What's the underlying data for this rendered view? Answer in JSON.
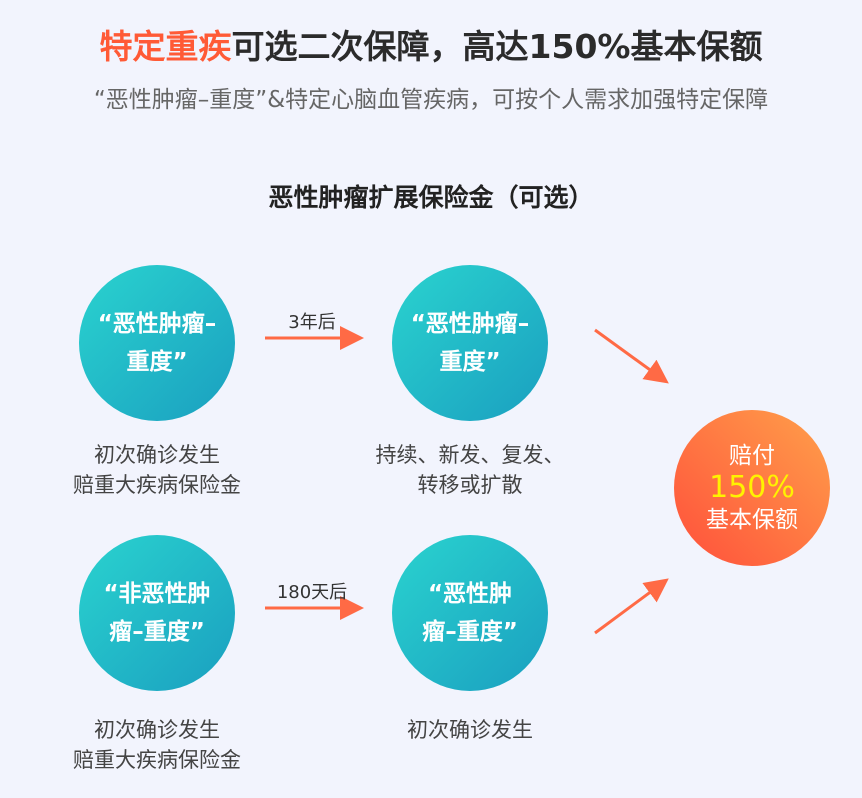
{
  "header": {
    "title_highlight": "特定重疾",
    "title_rest": "可选二次保障，高达150%基本保额",
    "subtitle": "“恶性肿瘤–重度”&特定心脑血管疾病，可按个人需求加强特定保障"
  },
  "section_title": "恶性肿瘤扩展保险金（可选）",
  "flow": {
    "row1": {
      "circle_a": [
        "“恶性肿瘤–",
        "重度”"
      ],
      "caption_a": [
        "初次确诊发生",
        "赔重大疾病保险金"
      ],
      "arrow_label": "3年后",
      "circle_b": [
        "“恶性肿瘤–",
        "重度”"
      ],
      "caption_b": [
        "持续、新发、复发、",
        "转移或扩散"
      ]
    },
    "row2": {
      "circle_a": [
        "“非恶性肿",
        "瘤–重度”"
      ],
      "caption_a": [
        "初次确诊发生",
        "赔重大疾病保险金"
      ],
      "arrow_label": "180天后",
      "circle_b": [
        "“恶性肿",
        "瘤–重度”"
      ],
      "caption_b": [
        "初次确诊发生"
      ]
    },
    "result": {
      "line1": "赔付",
      "line2": "150%",
      "line3": "基本保额"
    }
  },
  "colors": {
    "accent": "#ff5a36",
    "teal": "#1fb8c8",
    "yellow": "#fff200"
  }
}
